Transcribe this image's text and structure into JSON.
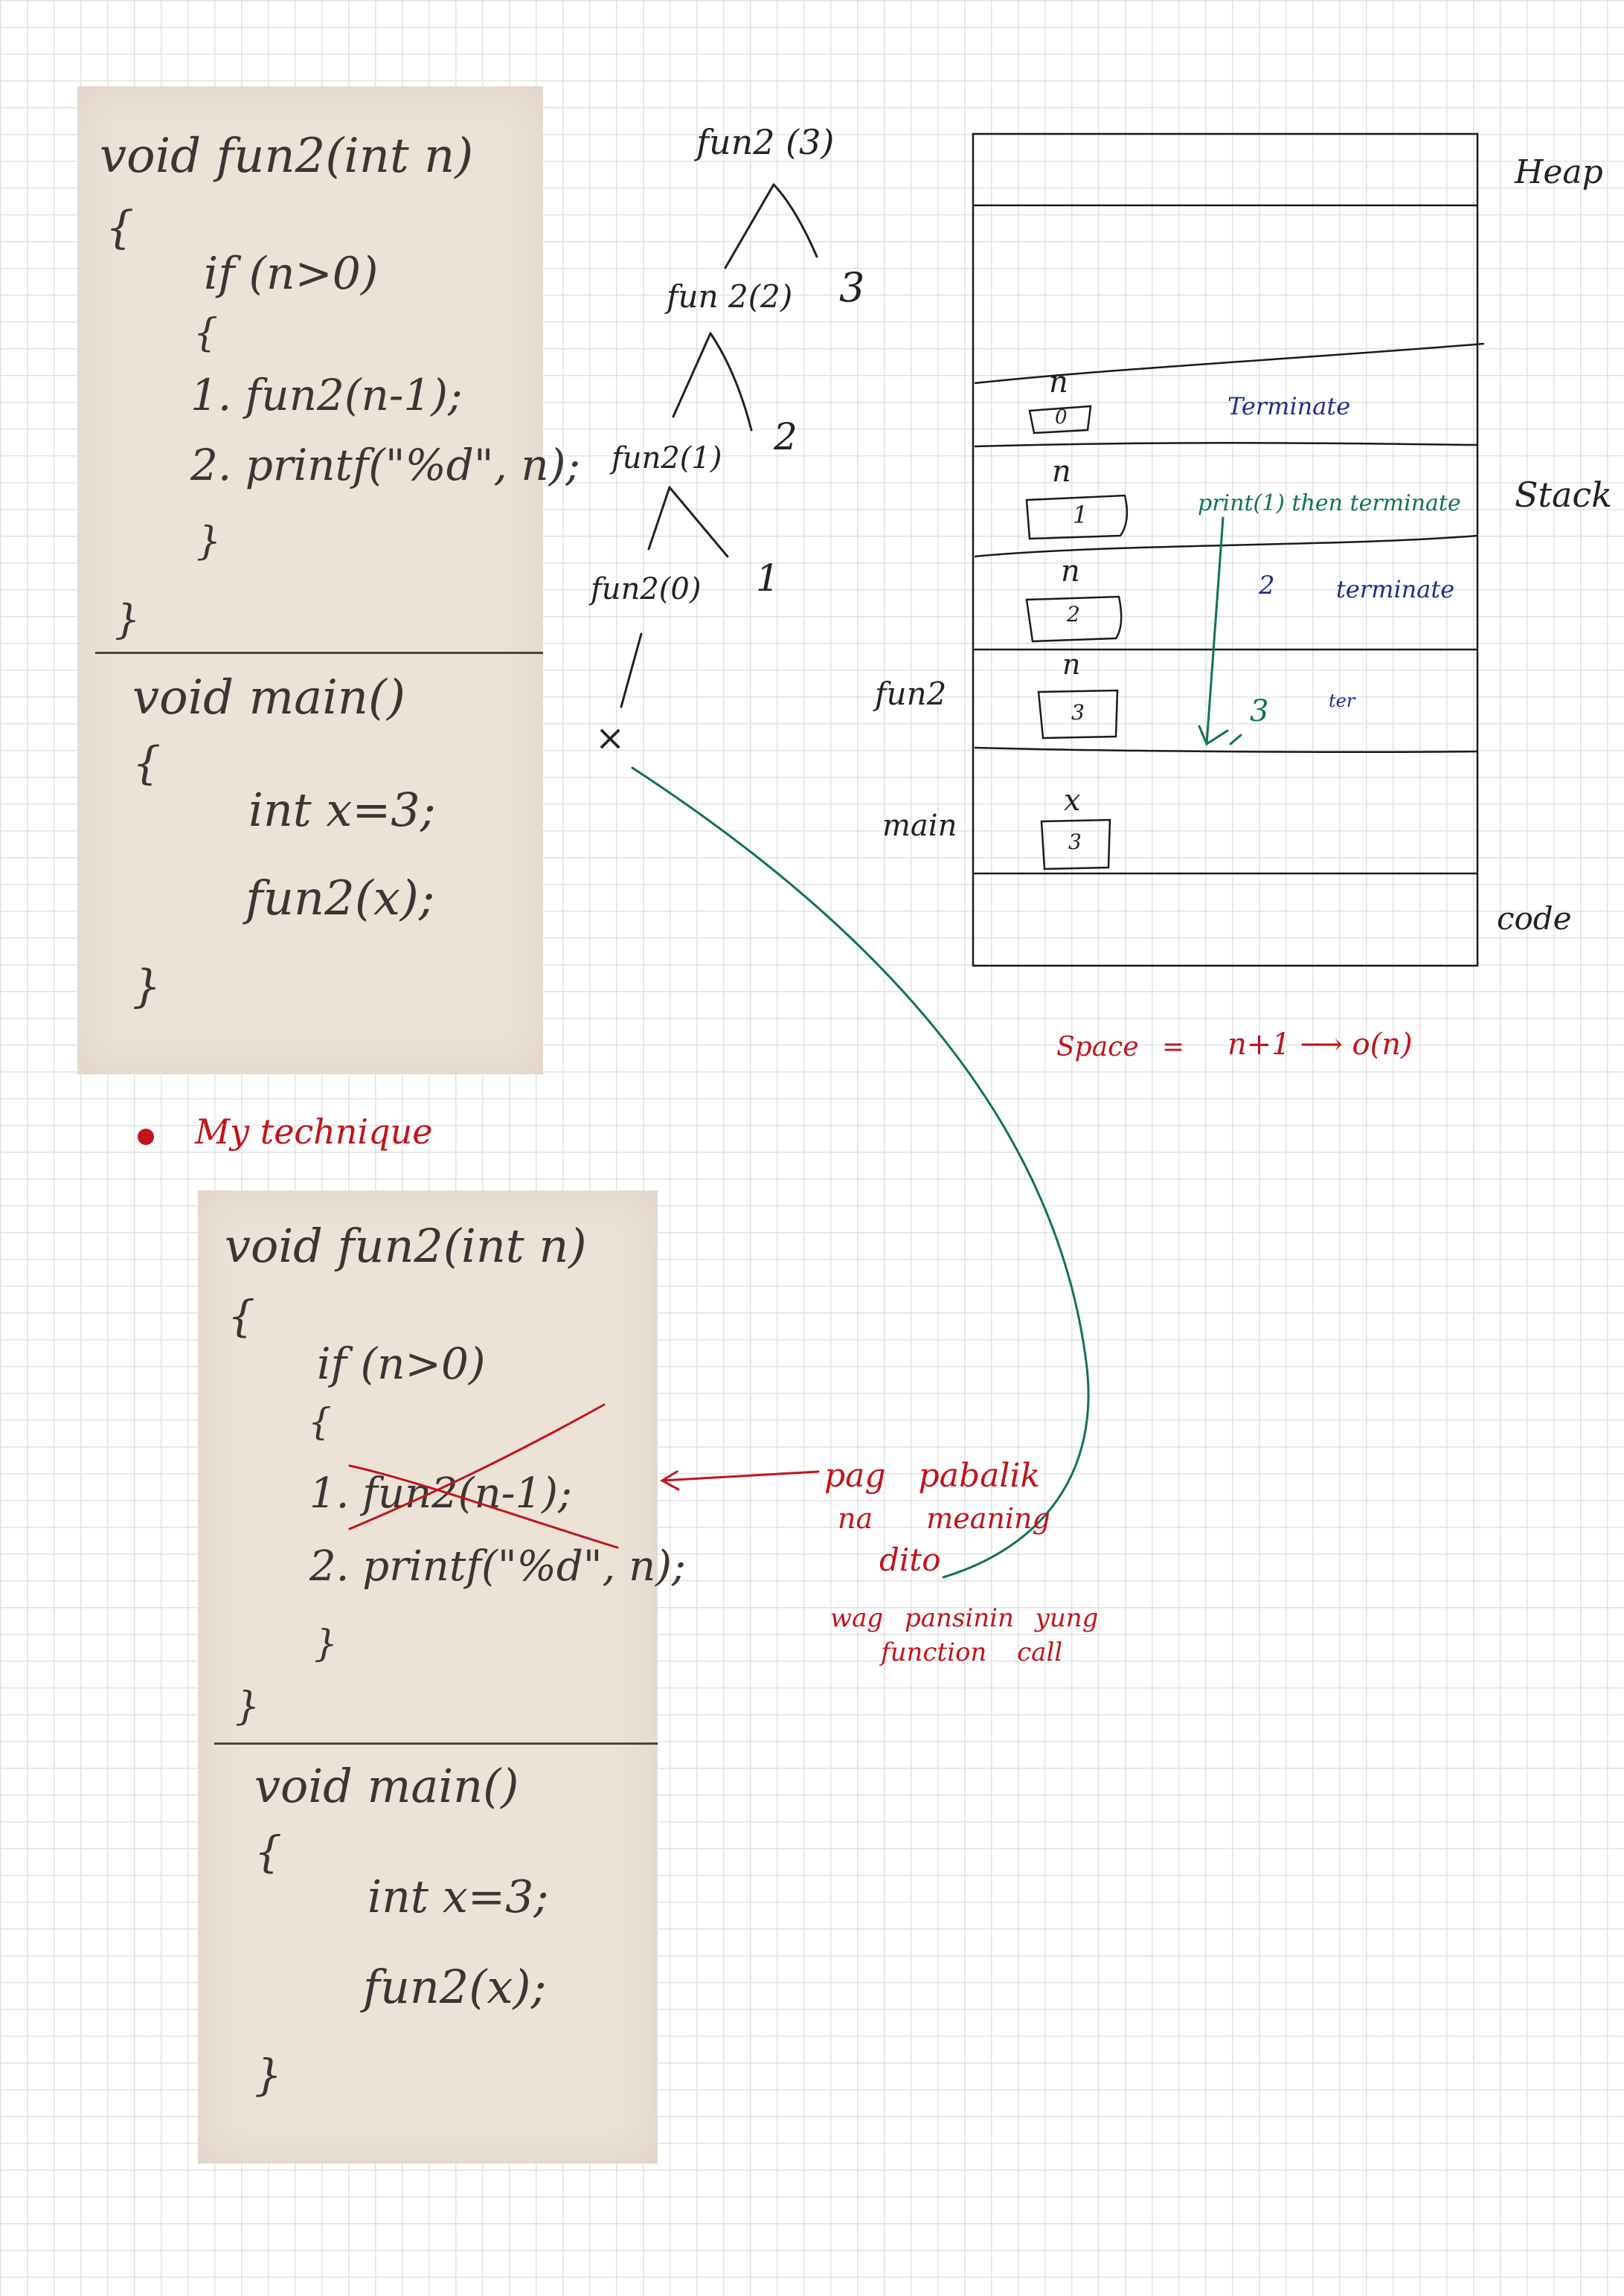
{
  "code_photo_top": {
    "lines": [
      "void fun2(int n)",
      "{",
      "if (n>0)",
      "{",
      "1. fun2(n-1);",
      "2. printf(\"%d\", n);",
      "}",
      "}",
      "void main()",
      "{",
      "int x=3;",
      "fun2(x);",
      "}"
    ]
  },
  "code_photo_bottom": {
    "lines": [
      "void fun2(int n)",
      "{",
      "if (n>0)",
      "{",
      "1. fun2(n-1);",
      "2. printf(\"%d\", n);",
      "}",
      "}",
      "void main()",
      "{",
      "int x=3;",
      "fun2(x);",
      "}"
    ]
  },
  "tree": {
    "nodes": [
      "fun2 (3)",
      "fun 2(2)",
      "fun2(1)",
      "fun2(0)",
      "×"
    ],
    "outputs": [
      "3",
      "2",
      "1"
    ]
  },
  "memory": {
    "sections": [
      "Heap",
      "Stack",
      "code"
    ],
    "frame_labels": [
      "fun2",
      "main"
    ],
    "var_names": [
      "n",
      "n",
      "n",
      "n",
      "x"
    ],
    "var_values": [
      "0",
      "1",
      "2",
      "3",
      "3"
    ],
    "notes": {
      "terminate": "Terminate",
      "print_then_terminate": "print(1) then terminate",
      "two": "2",
      "terminate_2": "terminate",
      "three": "3",
      "ter": "ter"
    }
  },
  "space_formula": {
    "label": "Space",
    "equals": "=",
    "expr": "n+1 ⟶ o(n)"
  },
  "technique": {
    "label": "My technique"
  },
  "annotation": {
    "line1": "pag pabalik",
    "line2": "na meaning",
    "line3": "dito",
    "line4": "wag pansinin yung",
    "line5": "function call"
  },
  "colors": {
    "red": "#c0141b",
    "blue": "#1f2d8a",
    "green": "#0f7350",
    "ink": "#222222",
    "photo": "#ece2d8"
  }
}
